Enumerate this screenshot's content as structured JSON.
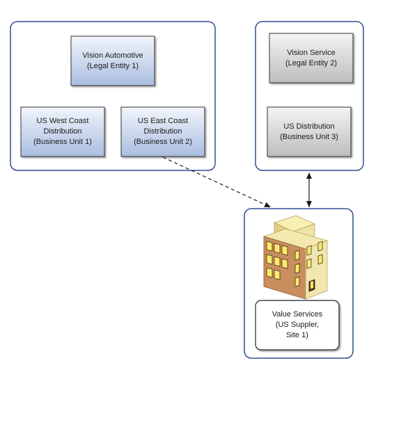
{
  "diagram": {
    "groups": [
      {
        "nodes": [
          {
            "lines": [
              "Vision Automotive",
              "(Legal Entity 1)"
            ],
            "style": "blue"
          },
          {
            "lines": [
              "US West Coast",
              "Distribution",
              "(Business Unit 1)"
            ],
            "style": "blue"
          },
          {
            "lines": [
              "US East Coast",
              "Distribution",
              "(Business Unit 2)"
            ],
            "style": "blue"
          }
        ]
      },
      {
        "nodes": [
          {
            "lines": [
              "Vision Service",
              "(Legal Entity 2)"
            ],
            "style": "gray"
          },
          {
            "lines": [
              "US Distribution",
              "(Business Unit 3)"
            ],
            "style": "gray"
          }
        ]
      },
      {
        "icon": "office-building-icon",
        "nodes": [
          {
            "lines": [
              "Value Services",
              "(US Suppler,",
              "Site 1)"
            ],
            "style": "white"
          }
        ]
      }
    ],
    "edges": [
      {
        "from": "US East Coast Distribution (Business Unit 2)",
        "to": "Value Services",
        "style": "dashed",
        "arrow": "end"
      },
      {
        "from": "US Distribution (Business Unit 3)",
        "to": "Value Services",
        "style": "solid",
        "arrow": "both"
      }
    ],
    "colors": {
      "group_border": "#2f4f8f",
      "blue_fill_top": "#f2f5fb",
      "blue_fill_bottom": "#a9bde0",
      "gray_fill_top": "#f4f4f4",
      "gray_fill_bottom": "#bdbdbd"
    }
  }
}
